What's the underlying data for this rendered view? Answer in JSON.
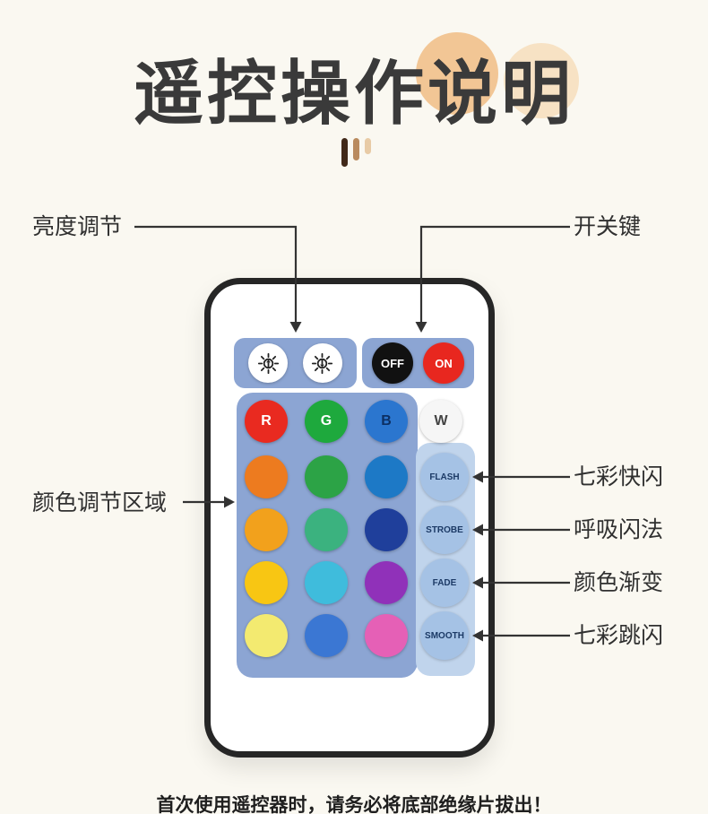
{
  "title": {
    "text": "遥控操作说明"
  },
  "annotations": {
    "brightness": "亮度调节",
    "power_switch": "开关键",
    "color_area": "颜色调节区域",
    "right_labels": [
      "七彩快闪",
      "呼吸闪法",
      "颜色渐变",
      "七彩跳闪"
    ]
  },
  "remote": {
    "power_buttons": [
      {
        "label": "OFF",
        "bg": "#111111",
        "fg": "#ffffff"
      },
      {
        "label": "ON",
        "bg": "#e8271f",
        "fg": "#ffffff"
      }
    ],
    "rgbw_buttons": [
      {
        "label": "R",
        "bg": "#e92a20",
        "fg": "#ffffff"
      },
      {
        "label": "G",
        "bg": "#1ea93d",
        "fg": "#ffffff"
      },
      {
        "label": "B",
        "bg": "#2b76cf",
        "fg": "#0c2f63"
      },
      {
        "label": "W",
        "bg": "#f6f6f6",
        "fg": "#444444"
      }
    ],
    "color_rows": [
      [
        "#ed7b1f",
        "#2ca346",
        "#1d79c6"
      ],
      [
        "#f2a11c",
        "#3bb27f",
        "#1f3f9b"
      ],
      [
        "#f8c613",
        "#3fbcdc",
        "#9031b9"
      ],
      [
        "#f3ea70",
        "#3b77d3",
        "#e560b6"
      ]
    ],
    "function_buttons": [
      {
        "label": "FLASH"
      },
      {
        "label": "STROBE"
      },
      {
        "label": "FADE"
      },
      {
        "label": "SMOOTH"
      }
    ]
  },
  "icons": {
    "brightness_up": "sun-arrow-up-icon",
    "brightness_down": "sun-arrow-down-icon"
  },
  "footer": {
    "note": "首次使用遥控器时，请务必将底部绝缘片拔出！"
  },
  "colors": {
    "background": "#faf8f1",
    "panel_blue": "#8ca5d3",
    "fn_panel_blue": "#c0d4ec",
    "fn_button_blue": "#a5c2e5",
    "fn_button_text": "#1c3a66",
    "remote_border": "#262626",
    "title_text": "#3a3a3a",
    "label_text": "#303030",
    "line_color": "#333333",
    "deco_circle_strong": "#f2c695",
    "deco_circle_light": "#f7e2c4",
    "note_text": "#1f1f1f"
  }
}
